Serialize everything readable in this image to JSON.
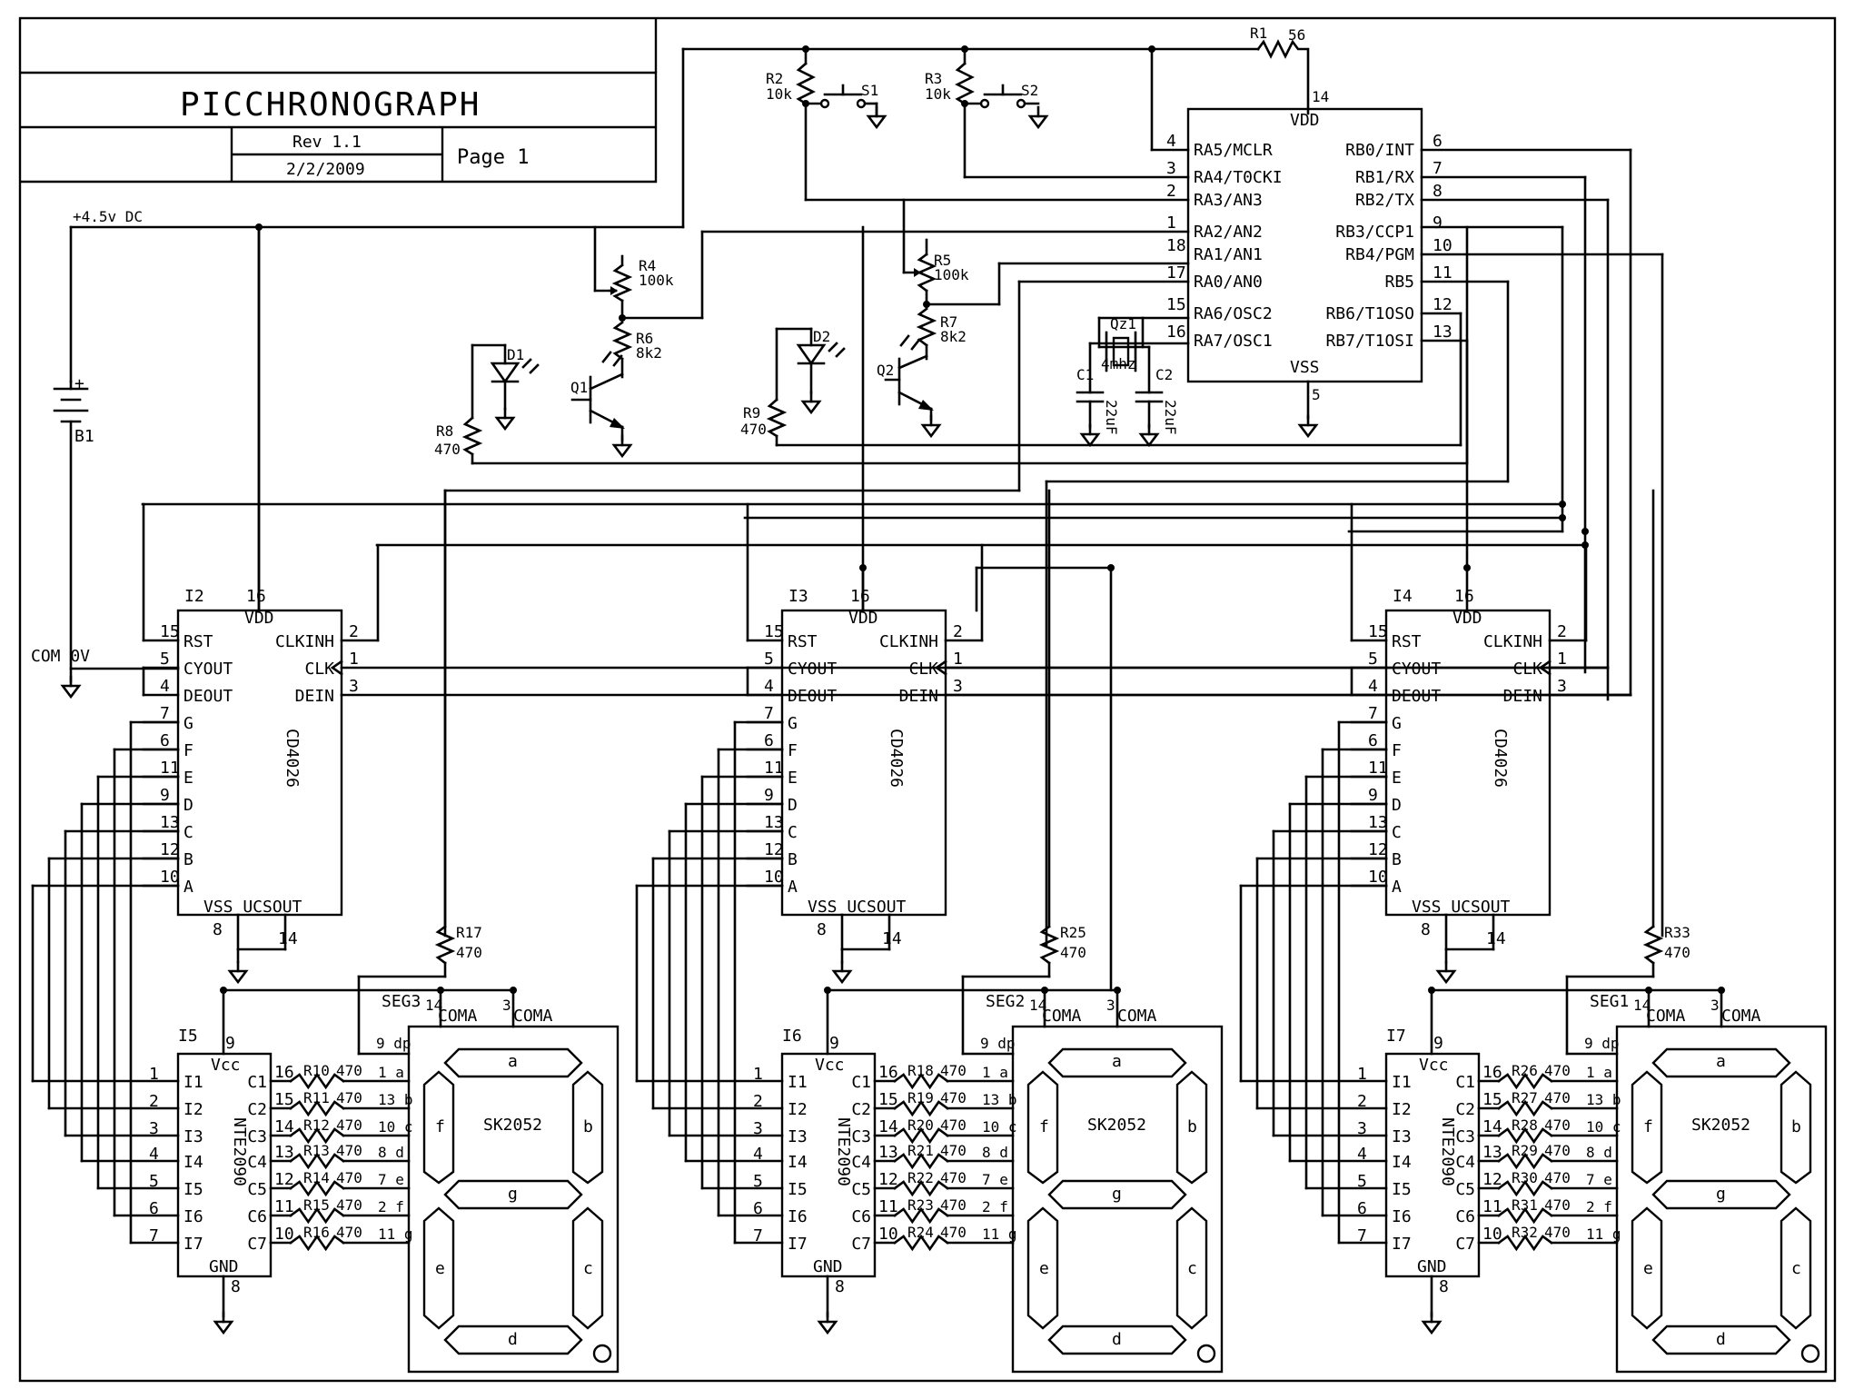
{
  "title_block": {
    "title": "PICCHRONOGRAPH",
    "rev": "Rev 1.1",
    "date": "2/2/2009",
    "page": "Page 1"
  },
  "power": {
    "supply_label": "+4.5v DC",
    "battery": "B1",
    "battery_plus": "+",
    "com_label": "COM 0V"
  },
  "resistors": {
    "R1": {
      "ref": "R1",
      "val": "56"
    },
    "R2": {
      "ref": "R2",
      "val": "10k"
    },
    "R3": {
      "ref": "R3",
      "val": "10k"
    },
    "R4": {
      "ref": "R4",
      "val": "100k"
    },
    "R5": {
      "ref": "R5",
      "val": "100k"
    },
    "R6": {
      "ref": "R6",
      "val": "8k2"
    },
    "R7": {
      "ref": "R7",
      "val": "8k2"
    },
    "R8": {
      "ref": "R8",
      "val": "470"
    },
    "R9": {
      "ref": "R9",
      "val": "470"
    },
    "R17": {
      "ref": "R17",
      "val": "470"
    },
    "R25": {
      "ref": "R25",
      "val": "470"
    },
    "R33": {
      "ref": "R33",
      "val": "470"
    }
  },
  "switches": {
    "S1": "S1",
    "S2": "S2"
  },
  "transistors": {
    "Q1": "Q1",
    "Q2": "Q2"
  },
  "diodes": {
    "D1": "D1",
    "D2": "D2"
  },
  "crystal": {
    "ref": "Qz1",
    "val": "4mhz"
  },
  "caps": {
    "C1": "C1",
    "C2": "C2",
    "C1v": "22uF",
    "C2v": "22uF"
  },
  "mcu": {
    "vdd": "VDD",
    "vss": "VSS",
    "vdd_pin": "14",
    "vss_pin": "5",
    "left_pins": [
      {
        "num": "4",
        "name": "RA5/MCLR"
      },
      {
        "num": "3",
        "name": "RA4/T0CKI"
      },
      {
        "num": "2",
        "name": "RA3/AN3"
      },
      {
        "num": "1",
        "name": "RA2/AN2"
      },
      {
        "num": "18",
        "name": "RA1/AN1"
      },
      {
        "num": "17",
        "name": "RA0/AN0"
      },
      {
        "num": "15",
        "name": "RA6/OSC2"
      },
      {
        "num": "16",
        "name": "RA7/OSC1"
      }
    ],
    "right_pins": [
      {
        "num": "6",
        "name": "RB0/INT"
      },
      {
        "num": "7",
        "name": "RB1/RX"
      },
      {
        "num": "8",
        "name": "RB2/TX"
      },
      {
        "num": "9",
        "name": "RB3/CCP1"
      },
      {
        "num": "10",
        "name": "RB4/PGM"
      },
      {
        "num": "11",
        "name": "RB5"
      },
      {
        "num": "12",
        "name": "RB6/T1OSO"
      },
      {
        "num": "13",
        "name": "RB7/T1OSI"
      }
    ]
  },
  "counter_common": {
    "part": "CD4026",
    "vdd": "VDD",
    "vdd_pin": "16",
    "bottom": "VSS UCSOUT",
    "bot_pin_a": "8",
    "bot_pin_b": "14",
    "left_pins": [
      {
        "num": "15",
        "name": "RST"
      },
      {
        "num": "5",
        "name": "CYOUT"
      },
      {
        "num": "4",
        "name": "DEOUT"
      },
      {
        "num": "7",
        "name": "G"
      },
      {
        "num": "6",
        "name": "F"
      },
      {
        "num": "11",
        "name": "E"
      },
      {
        "num": "9",
        "name": "D"
      },
      {
        "num": "13",
        "name": "C"
      },
      {
        "num": "12",
        "name": "B"
      },
      {
        "num": "10",
        "name": "A"
      }
    ],
    "right_pins": [
      {
        "num": "2",
        "name": "CLKINH"
      },
      {
        "num": "1",
        "name": "CLK"
      },
      {
        "num": "3",
        "name": "DEIN"
      }
    ]
  },
  "driver_common": {
    "part": "NTE2090",
    "vcc": "Vcc",
    "vcc_pin": "9",
    "gnd": "GND",
    "gnd_pin": "8",
    "inputs": [
      {
        "num": "1",
        "name": "I1"
      },
      {
        "num": "2",
        "name": "I2"
      },
      {
        "num": "3",
        "name": "I3"
      },
      {
        "num": "4",
        "name": "I4"
      },
      {
        "num": "5",
        "name": "I5"
      },
      {
        "num": "6",
        "name": "I6"
      },
      {
        "num": "7",
        "name": "I7"
      }
    ],
    "outputs": [
      {
        "num": "16",
        "name": "C1"
      },
      {
        "num": "15",
        "name": "C2"
      },
      {
        "num": "14",
        "name": "C3"
      },
      {
        "num": "13",
        "name": "C4"
      },
      {
        "num": "12",
        "name": "C5"
      },
      {
        "num": "11",
        "name": "C6"
      },
      {
        "num": "10",
        "name": "C7"
      }
    ],
    "series_val": "470",
    "seg_pins": [
      "1 a",
      "13 b",
      "10 c",
      "8 d",
      "7 e",
      "2 f",
      "11 g"
    ]
  },
  "display_common": {
    "part": "SK2052",
    "coma": "COMA",
    "coma_pin_a": "14",
    "coma_pin_b": "3",
    "dp": "9 dp",
    "segs": [
      "a",
      "b",
      "c",
      "d",
      "e",
      "f",
      "g"
    ]
  },
  "stages": [
    {
      "counter": "I2",
      "driver": "I5",
      "seg": "SEG3",
      "dp_res": "R17",
      "res": [
        "R10",
        "R11",
        "R12",
        "R13",
        "R14",
        "R15",
        "R16"
      ]
    },
    {
      "counter": "I3",
      "driver": "I6",
      "seg": "SEG2",
      "dp_res": "R25",
      "res": [
        "R18",
        "R19",
        "R20",
        "R21",
        "R22",
        "R23",
        "R24"
      ]
    },
    {
      "counter": "I4",
      "driver": "I7",
      "seg": "SEG1",
      "dp_res": "R33",
      "res": [
        "R26",
        "R27",
        "R28",
        "R29",
        "R30",
        "R31",
        "R32"
      ]
    }
  ]
}
